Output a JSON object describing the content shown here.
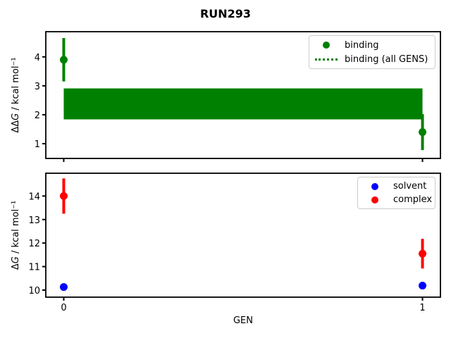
{
  "figure": {
    "title": "RUN293",
    "background": "#ffffff",
    "axis_color": "#000000",
    "legend_border_color": "#cccccc"
  },
  "chart_data": [
    {
      "type": "scatter",
      "panel": "top",
      "ylabel": {
        "prefix": "ΔΔ",
        "italic_var": "G",
        "unit": " / kcal mol⁻¹"
      },
      "xlim": [
        -0.05,
        1.05
      ],
      "ylim": [
        0.49,
        4.87
      ],
      "yticks": [
        1,
        2,
        3,
        4
      ],
      "xticks": [
        0,
        1
      ],
      "xtick_labels": [
        "0",
        "1"
      ],
      "show_xtick_labels": false,
      "grid": false,
      "series": [
        {
          "name": "binding",
          "color": "#008000",
          "marker": "circle",
          "x": [
            0,
            1
          ],
          "y": [
            3.9,
            1.4
          ],
          "yerr": [
            0.75,
            0.62
          ]
        }
      ],
      "band": {
        "name": "binding (all GENS)",
        "color": "#008000",
        "x": [
          0,
          1
        ],
        "low": 1.84,
        "high": 2.91
      },
      "legend": {
        "position": "upper right",
        "entries": [
          {
            "label": "binding",
            "glyph": "dot",
            "color": "#008000"
          },
          {
            "label": "binding (all GENS)",
            "glyph": "dotted-line",
            "color": "#008000"
          }
        ]
      }
    },
    {
      "type": "scatter",
      "panel": "bottom",
      "xlabel": "GEN",
      "ylabel": {
        "prefix": "Δ",
        "italic_var": "G",
        "unit": " / kcal mol⁻¹"
      },
      "xlim": [
        -0.05,
        1.05
      ],
      "ylim": [
        9.7,
        14.97
      ],
      "yticks": [
        10,
        11,
        12,
        13,
        14
      ],
      "xticks": [
        0,
        1
      ],
      "xtick_labels": [
        "0",
        "1"
      ],
      "show_xtick_labels": true,
      "grid": false,
      "series": [
        {
          "name": "solvent",
          "color": "#0000ff",
          "marker": "circle",
          "x": [
            0,
            1
          ],
          "y": [
            10.13,
            10.19
          ],
          "yerr": [
            0.05,
            0.05
          ]
        },
        {
          "name": "complex",
          "color": "#ff0000",
          "marker": "circle",
          "x": [
            0,
            1
          ],
          "y": [
            14.0,
            11.55
          ],
          "yerr": [
            0.75,
            0.63
          ]
        }
      ],
      "legend": {
        "position": "upper right",
        "entries": [
          {
            "label": "solvent",
            "glyph": "dot",
            "color": "#0000ff"
          },
          {
            "label": "complex",
            "glyph": "dot",
            "color": "#ff0000"
          }
        ]
      }
    }
  ]
}
